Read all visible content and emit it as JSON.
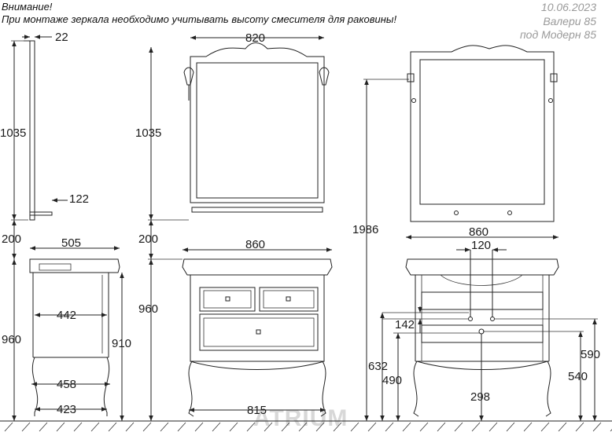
{
  "notice": {
    "line1": "Внимание!",
    "line2": "При монтаже зеркала необходимо учитывать высоту смесителя для раковины!"
  },
  "info": {
    "date": "10.06.2023",
    "product": "Валери 85",
    "fits": "под  Модерн 85"
  },
  "dimensions": {
    "mirror_depth": "22",
    "mirror_width": "820",
    "mirror_height_side": "1035",
    "mirror_height_front": "1035",
    "shelf_depth": "122",
    "gap_side": "200",
    "gap_front": "200",
    "total_height": "1986",
    "cabinet_depth_top": "505",
    "sink_width_front": "860",
    "sink_width_back": "860",
    "inner_width_side": "442",
    "cabinet_height_side": "960",
    "body_height_side": "910",
    "cabinet_height_front": "960",
    "legs_width_side": "458",
    "feet_width_side": "423",
    "feet_width_front": "815",
    "mounting_spacing": "120",
    "pipe_offset": "142",
    "height_632": "632",
    "height_490": "490",
    "height_590": "590",
    "height_540": "540",
    "drain_offset": "298"
  },
  "watermark": "ATRIUM"
}
